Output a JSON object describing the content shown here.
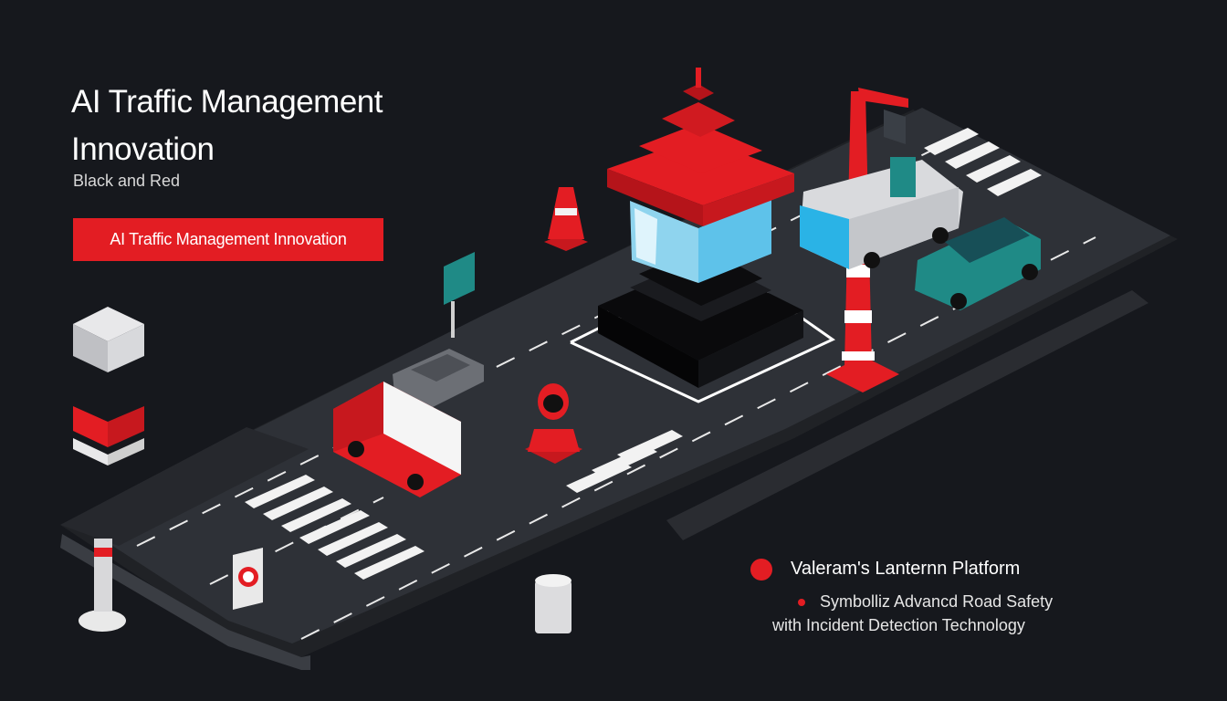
{
  "header": {
    "title": "AI Traffic Management Innovation",
    "subtitle": "Black and Red",
    "banner_label": "AI Traffic Management Innovation"
  },
  "callout": {
    "heading": "Valeram's Lanternn Platform",
    "line1": "Symbolliz Advancd Road Safety",
    "line2": "with Incident Detection Technology"
  },
  "colors": {
    "background": "#16181d",
    "accent": "#e31d23",
    "road": "#2c2f35",
    "teal": "#1f8a86",
    "sky_blue": "#2ab3e6"
  },
  "icons": [
    "lantern-icon",
    "traffic-cone-icon",
    "road-sign-icon",
    "warning-sign-icon",
    "bus-icon",
    "car-icon",
    "red-truck-icon",
    "barrier-post-icon",
    "bollard-icon"
  ]
}
